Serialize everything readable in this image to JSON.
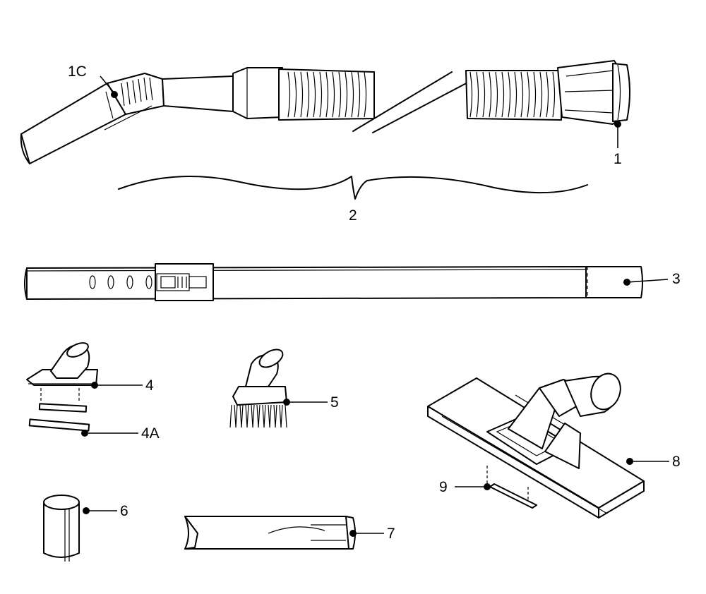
{
  "labels": {
    "p1c": "1C",
    "p1": "1",
    "p2": "2",
    "p3": "3",
    "p4": "4",
    "p4a": "4A",
    "p5": "5",
    "p6": "6",
    "p7": "7",
    "p8": "8",
    "p9": "9"
  }
}
